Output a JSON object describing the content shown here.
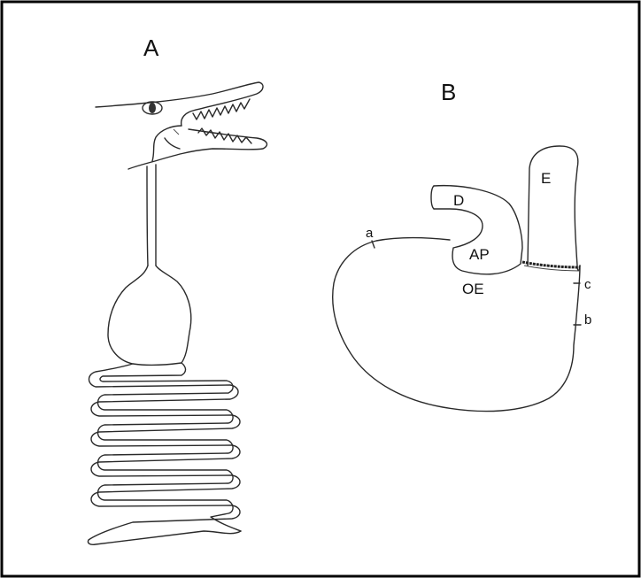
{
  "panels": {
    "a": {
      "label": "A"
    },
    "b": {
      "label": "B",
      "labels": {
        "duodenum": "D",
        "esophagus": "E",
        "pyloric_antrum": "AP",
        "pyloric_orifice": "OE",
        "marker_a": "a",
        "marker_b": "b",
        "marker_c": "c"
      }
    }
  },
  "style": {
    "ink_color": "#2a2a2a",
    "frame_color": "#000000"
  }
}
